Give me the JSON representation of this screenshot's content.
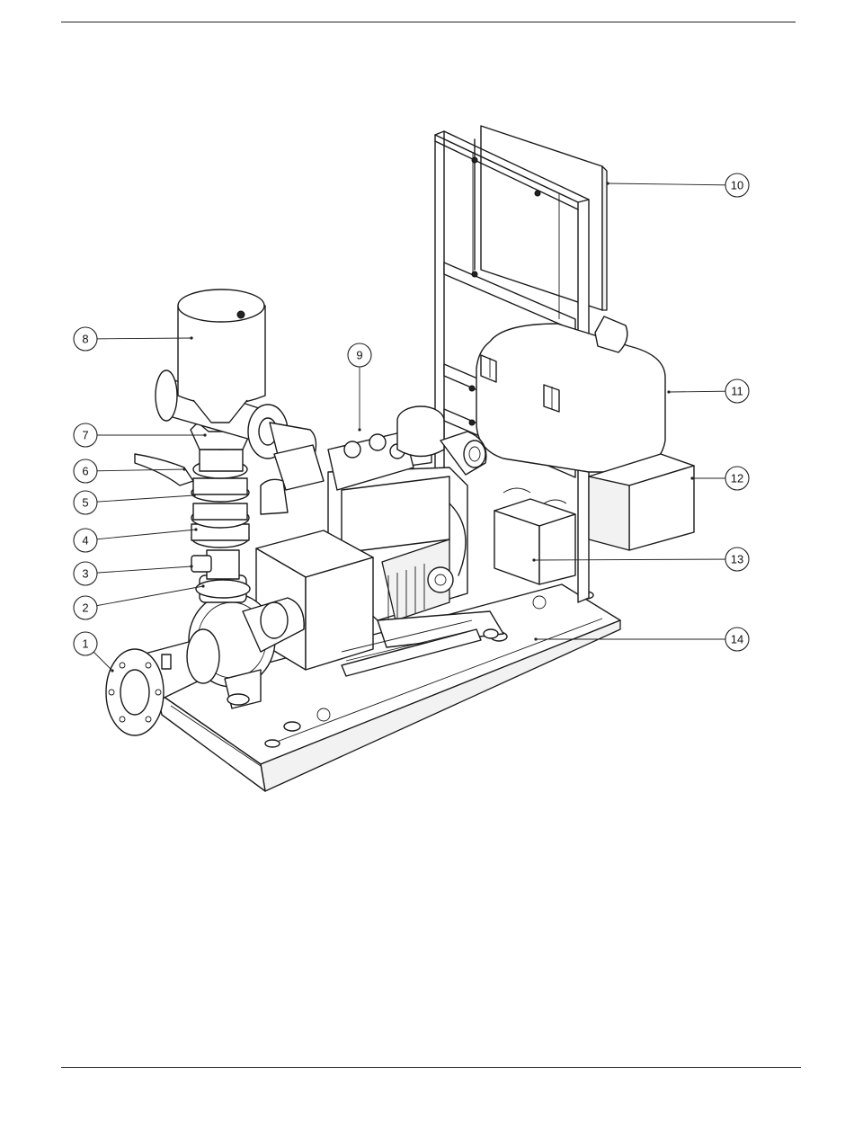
{
  "callouts": [
    {
      "number": "1"
    },
    {
      "number": "2"
    },
    {
      "number": "3"
    },
    {
      "number": "4"
    },
    {
      "number": "5"
    },
    {
      "number": "6"
    },
    {
      "number": "7"
    },
    {
      "number": "8"
    },
    {
      "number": "9"
    },
    {
      "number": "10"
    },
    {
      "number": "11"
    },
    {
      "number": "12"
    },
    {
      "number": "13"
    },
    {
      "number": "14"
    }
  ]
}
